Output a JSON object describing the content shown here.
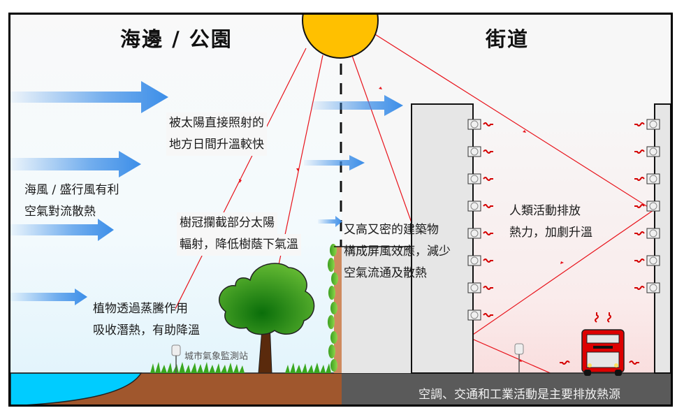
{
  "titles": {
    "left": "海邊 / 公園",
    "right": "街道"
  },
  "notes": {
    "sun_heating": [
      "被太陽直接照射的",
      "地方日間升溫較快"
    ],
    "sea_breeze": [
      "海風 / 盛行風有利",
      "空氣對流散熱"
    ],
    "tree_canopy": [
      "樹冠攔截部分太陽",
      "輻射，降低樹蔭下氣溫"
    ],
    "evapotranspiration": [
      "植物透過蒸騰作用",
      "吸收潛熱，有助降溫"
    ],
    "buildings": [
      "又高又密的建築物",
      "構成屏風效應，減少",
      "空氣流通及散熱"
    ],
    "human_activity": [
      "人類活動排放",
      "熱力，加劇升溫"
    ],
    "weather_station": "城市氣象監測站",
    "bottom_caption": "空調、交通和工業活動是主要排放熱源"
  },
  "icons": {
    "sun": "sun-icon",
    "wind": "wind-arrow-icon",
    "tree": "tree-icon",
    "ac_unit": "air-conditioner-icon",
    "heat_wave": "heat-wave-icon",
    "bus": "double-decker-bus-icon",
    "weather_station": "weather-station-icon",
    "vine": "green-wall-vine-icon"
  },
  "colors": {
    "sun": "#ffc000",
    "wind": "#3c8ee8",
    "sun_ray": "#e8131b",
    "sea": "#00ccff",
    "soil": "#a0522d",
    "road": "#5a5a5a",
    "building": "#e6e6e6",
    "bus": "#dd0000",
    "tree_canopy": "#2e9a1e",
    "tree_trunk": "#5a2a0c"
  }
}
